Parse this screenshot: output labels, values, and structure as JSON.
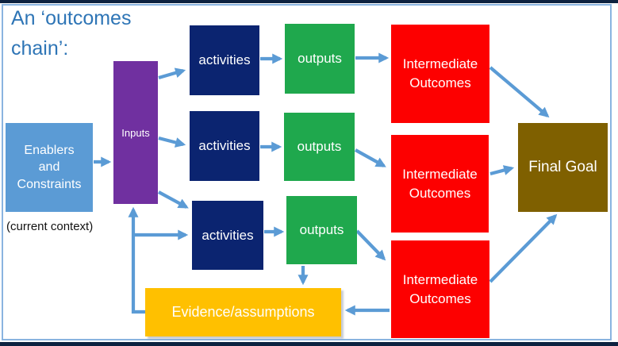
{
  "slide": {
    "title_line1": "An ‘outcomes",
    "title_line2": "chain’:",
    "context_note": "(current context)"
  },
  "nodes": {
    "enablers": "Enablers and Constraints",
    "inputs": "Inputs",
    "final_goal": "Final Goal",
    "evidence": "Evidence/assumptions"
  },
  "rows": [
    {
      "activities": "activities",
      "outputs": "outputs",
      "outcome": "Intermediate Outcomes"
    },
    {
      "activities": "activities",
      "outputs": "outputs",
      "outcome": "Intermediate Outcomes"
    },
    {
      "activities": "activities",
      "outputs": "outputs",
      "outcome": "Intermediate Outcomes"
    }
  ],
  "colors": {
    "title_text": "#2E75B6",
    "enablers_box": "#5B9BD5",
    "inputs_box": "#7030A0",
    "activities_box": "#0B2470",
    "outputs_box": "#1FA84D",
    "outcomes_box": "#FD0000",
    "final_goal_box": "#7F6000",
    "evidence_box": "#FFC000",
    "arrow": "#5B9BD5",
    "frame_border": "#8AB4E0",
    "edge_bar": "#0D2240"
  }
}
